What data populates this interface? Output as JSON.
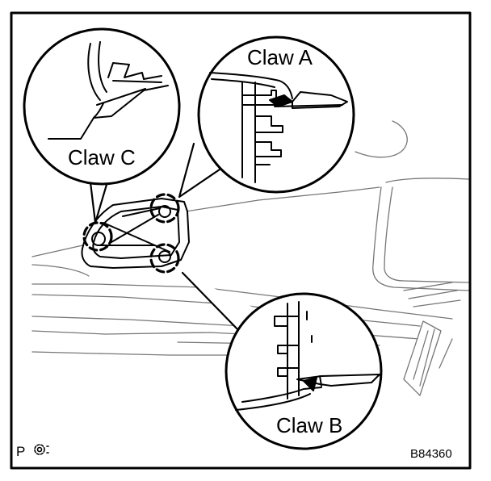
{
  "labels": {
    "claw_a": "Claw A",
    "claw_b": "Claw B",
    "claw_c": "Claw C"
  },
  "figure_code": "B84360",
  "corner_mark": "P"
}
